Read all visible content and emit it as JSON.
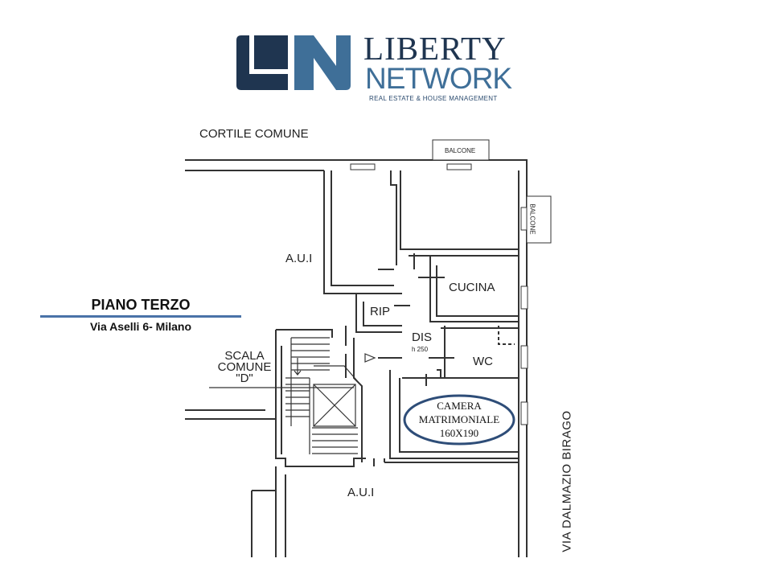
{
  "brand": {
    "name_line1": "LIBERTY",
    "name_line2": "NETWORK",
    "tagline": "REAL ESTATE & HOUSE MANAGEMENT",
    "colors": {
      "dark": "#1f3550",
      "light": "#3f6f98"
    }
  },
  "floor": {
    "title": "PIANO TERZO",
    "address": "Via Aselli 6- Milano",
    "underline_color": "#4a73a8"
  },
  "labels": {
    "cortile": "CORTILE COMUNE",
    "balcone_top": "BALCONE",
    "balcone_side": "BALCONE",
    "aui_top": "A.U.I",
    "aui_bottom": "A.U.I",
    "cucina": "CUCINA",
    "rip": "RIP",
    "dis": "DIS",
    "dis_height": "h 250",
    "wc": "WC",
    "scala_1": "SCALA",
    "scala_2": "COMUNE",
    "scala_3": "\"D\"",
    "street": "VIA DALMAZIO BIRAGO"
  },
  "camera": {
    "line1": "CAMERA",
    "line2": "MATRIMONIALE",
    "line3": "160X190",
    "ellipse_color": "#2e4d78"
  }
}
